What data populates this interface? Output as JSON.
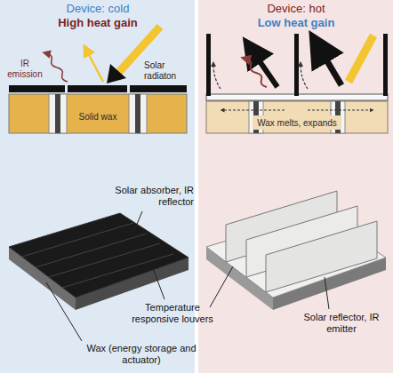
{
  "diagram": {
    "nodes": [
      {
        "text": [
          "Solid wax"
        ]
      },
      {
        "text": [
          "Wax melts, expands"
        ]
      }
    ],
    "labels": [
      "Device: cold",
      "High heat gain",
      "IR emission",
      "Solar radiaton",
      "Device: hot",
      "Low heat gain",
      "Solar absorber, IR reflector",
      "Temperature responsive louvers",
      "Wax (energy storage and actuator)",
      "Solar reflector, IR emitter"
    ]
  }
}
